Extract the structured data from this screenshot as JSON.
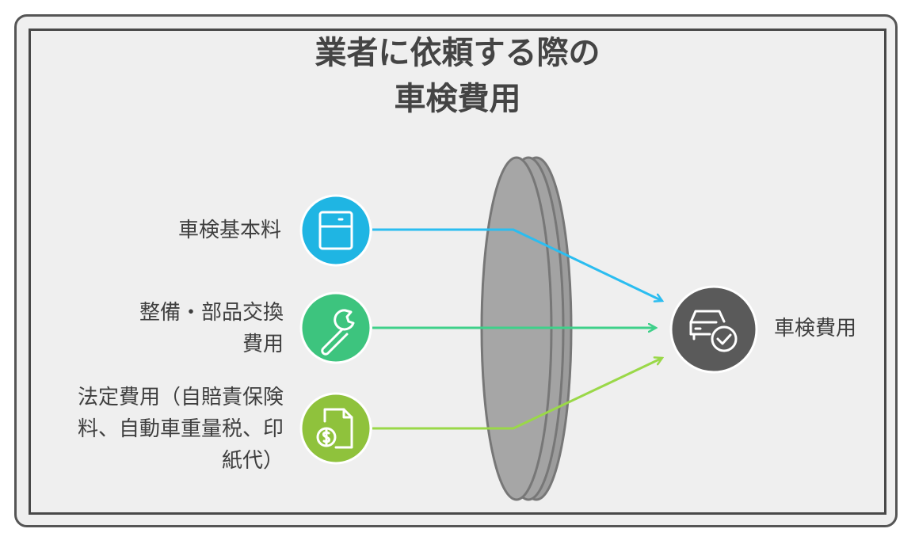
{
  "title": {
    "line1": "業者に依頼する際の",
    "line2": "車検費用"
  },
  "inputs": [
    {
      "id": "basic-fee",
      "lines": [
        "車検基本料"
      ],
      "icon": "cabinet-icon",
      "color": "#1fb5e3",
      "line_color": "#2bbdf0"
    },
    {
      "id": "maintenance",
      "lines": [
        "整備・部品交換",
        "費用"
      ],
      "icon": "wrench-icon",
      "color": "#3dc47e",
      "line_color": "#3fd08a"
    },
    {
      "id": "legal-fees",
      "lines": [
        "法定費用（自賠責保険",
        "料、自動車重量税、印",
        "紙代）"
      ],
      "icon": "dollar-document-icon",
      "color": "#8fc23c",
      "line_color": "#9ad848"
    }
  ],
  "output": {
    "label": "車検費用",
    "icon": "car-check-icon",
    "color": "#5a5a5a"
  }
}
